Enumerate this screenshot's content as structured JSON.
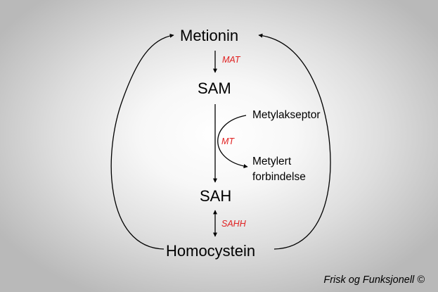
{
  "nodes": {
    "methionine": "Metionin",
    "sam": "SAM",
    "sah": "SAH",
    "homocysteine": "Homocystein",
    "methyl_acceptor": "Metylakseptor",
    "methylated_compound_line1": "Metylert",
    "methylated_compound_line2": "forbindelse"
  },
  "enzymes": {
    "mat": "MAT",
    "mt": "MT",
    "sahh": "SAHH"
  },
  "credit": "Frisk og Funksjonell ©",
  "colors": {
    "enzyme_text": "#e02020",
    "lines": "#000000",
    "background_center": "#ffffff",
    "background_edge": "#b9b9b9"
  }
}
